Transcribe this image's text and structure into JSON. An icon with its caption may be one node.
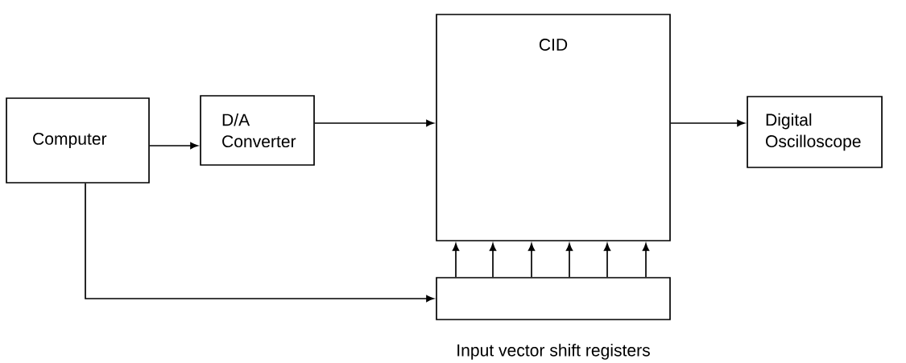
{
  "diagram": {
    "nodes": [
      {
        "text": [
          "Computer"
        ]
      },
      {
        "text": [
          "D/A Converter"
        ]
      },
      {
        "text": [
          "CID"
        ]
      },
      {
        "text": [
          "Digital Oscilloscope"
        ]
      },
      {
        "text": [],
        "shape": "bar",
        "beside": [
          "Input vector shift registers"
        ]
      }
    ],
    "edges": [
      {
        "from": 0,
        "to": 1,
        "arrow": "to"
      },
      {
        "from": 1,
        "to": 2,
        "arrow": "to"
      },
      {
        "from": 2,
        "to": 3,
        "arrow": "to"
      },
      {
        "from": 0,
        "to": 4,
        "arrow": "to"
      },
      {
        "from": 4,
        "to": 2,
        "arrow": "to"
      },
      {
        "from": 4,
        "to": 2,
        "arrow": "to"
      },
      {
        "from": 4,
        "to": 2,
        "arrow": "to"
      },
      {
        "from": 4,
        "to": 2,
        "arrow": "to"
      },
      {
        "from": 4,
        "to": 2,
        "arrow": "to"
      },
      {
        "from": 4,
        "to": 2,
        "arrow": "to"
      }
    ]
  }
}
